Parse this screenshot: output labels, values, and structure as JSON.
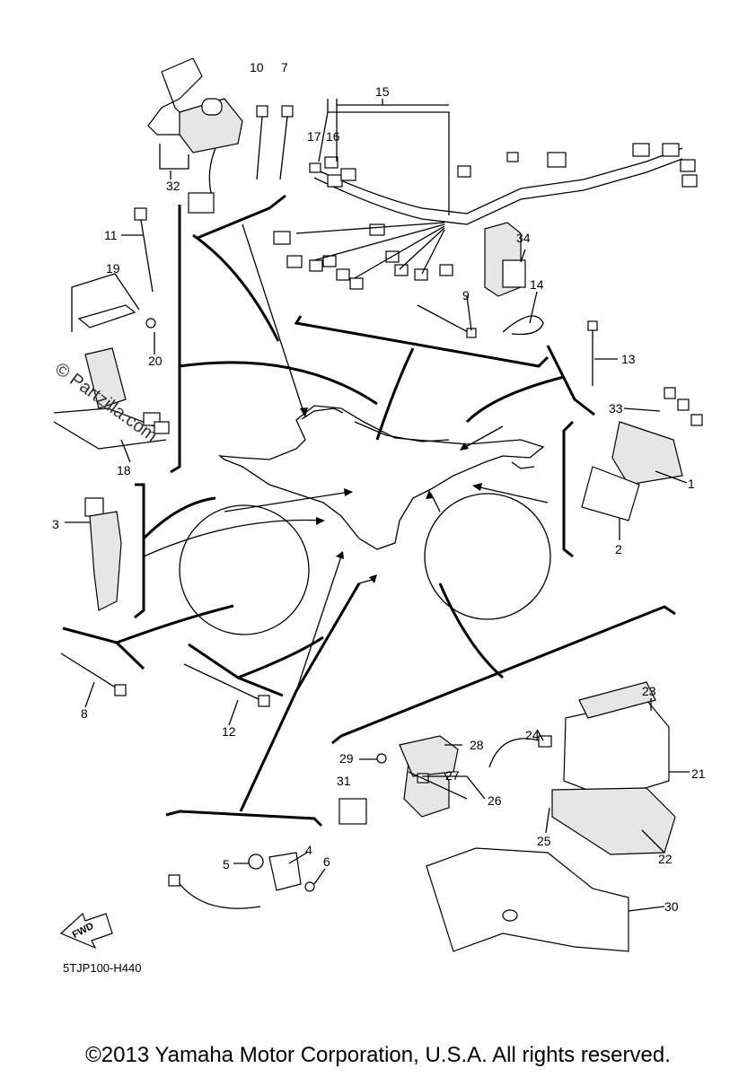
{
  "labels": [
    {
      "id": "1",
      "text": "1"
    },
    {
      "id": "2",
      "text": "2"
    },
    {
      "id": "3",
      "text": "3"
    },
    {
      "id": "4",
      "text": "4"
    },
    {
      "id": "5",
      "text": "5"
    },
    {
      "id": "6",
      "text": "6"
    },
    {
      "id": "7",
      "text": "7"
    },
    {
      "id": "8",
      "text": "8"
    },
    {
      "id": "9",
      "text": "9"
    },
    {
      "id": "10",
      "text": "10"
    },
    {
      "id": "11",
      "text": "11"
    },
    {
      "id": "12",
      "text": "12"
    },
    {
      "id": "13",
      "text": "13"
    },
    {
      "id": "14",
      "text": "14"
    },
    {
      "id": "15",
      "text": "15"
    },
    {
      "id": "16",
      "text": "16"
    },
    {
      "id": "17",
      "text": "17"
    },
    {
      "id": "18",
      "text": "18"
    },
    {
      "id": "19",
      "text": "19"
    },
    {
      "id": "20",
      "text": "20"
    },
    {
      "id": "21",
      "text": "21"
    },
    {
      "id": "22",
      "text": "22"
    },
    {
      "id": "23",
      "text": "23"
    },
    {
      "id": "24",
      "text": "24"
    },
    {
      "id": "25",
      "text": "25"
    },
    {
      "id": "26",
      "text": "26"
    },
    {
      "id": "27",
      "text": "27"
    },
    {
      "id": "28",
      "text": "28"
    },
    {
      "id": "29",
      "text": "29"
    },
    {
      "id": "30",
      "text": "30"
    },
    {
      "id": "31",
      "text": "31"
    },
    {
      "id": "32",
      "text": "32"
    },
    {
      "id": "33",
      "text": "33"
    },
    {
      "id": "34",
      "text": "34"
    }
  ],
  "fwd_label": "FWD",
  "diagram_code": "5TJP100-H440",
  "watermark": "© Partzilla.com",
  "copyright": "©2013 Yamaha Motor Corporation, U.S.A. All rights reserved."
}
